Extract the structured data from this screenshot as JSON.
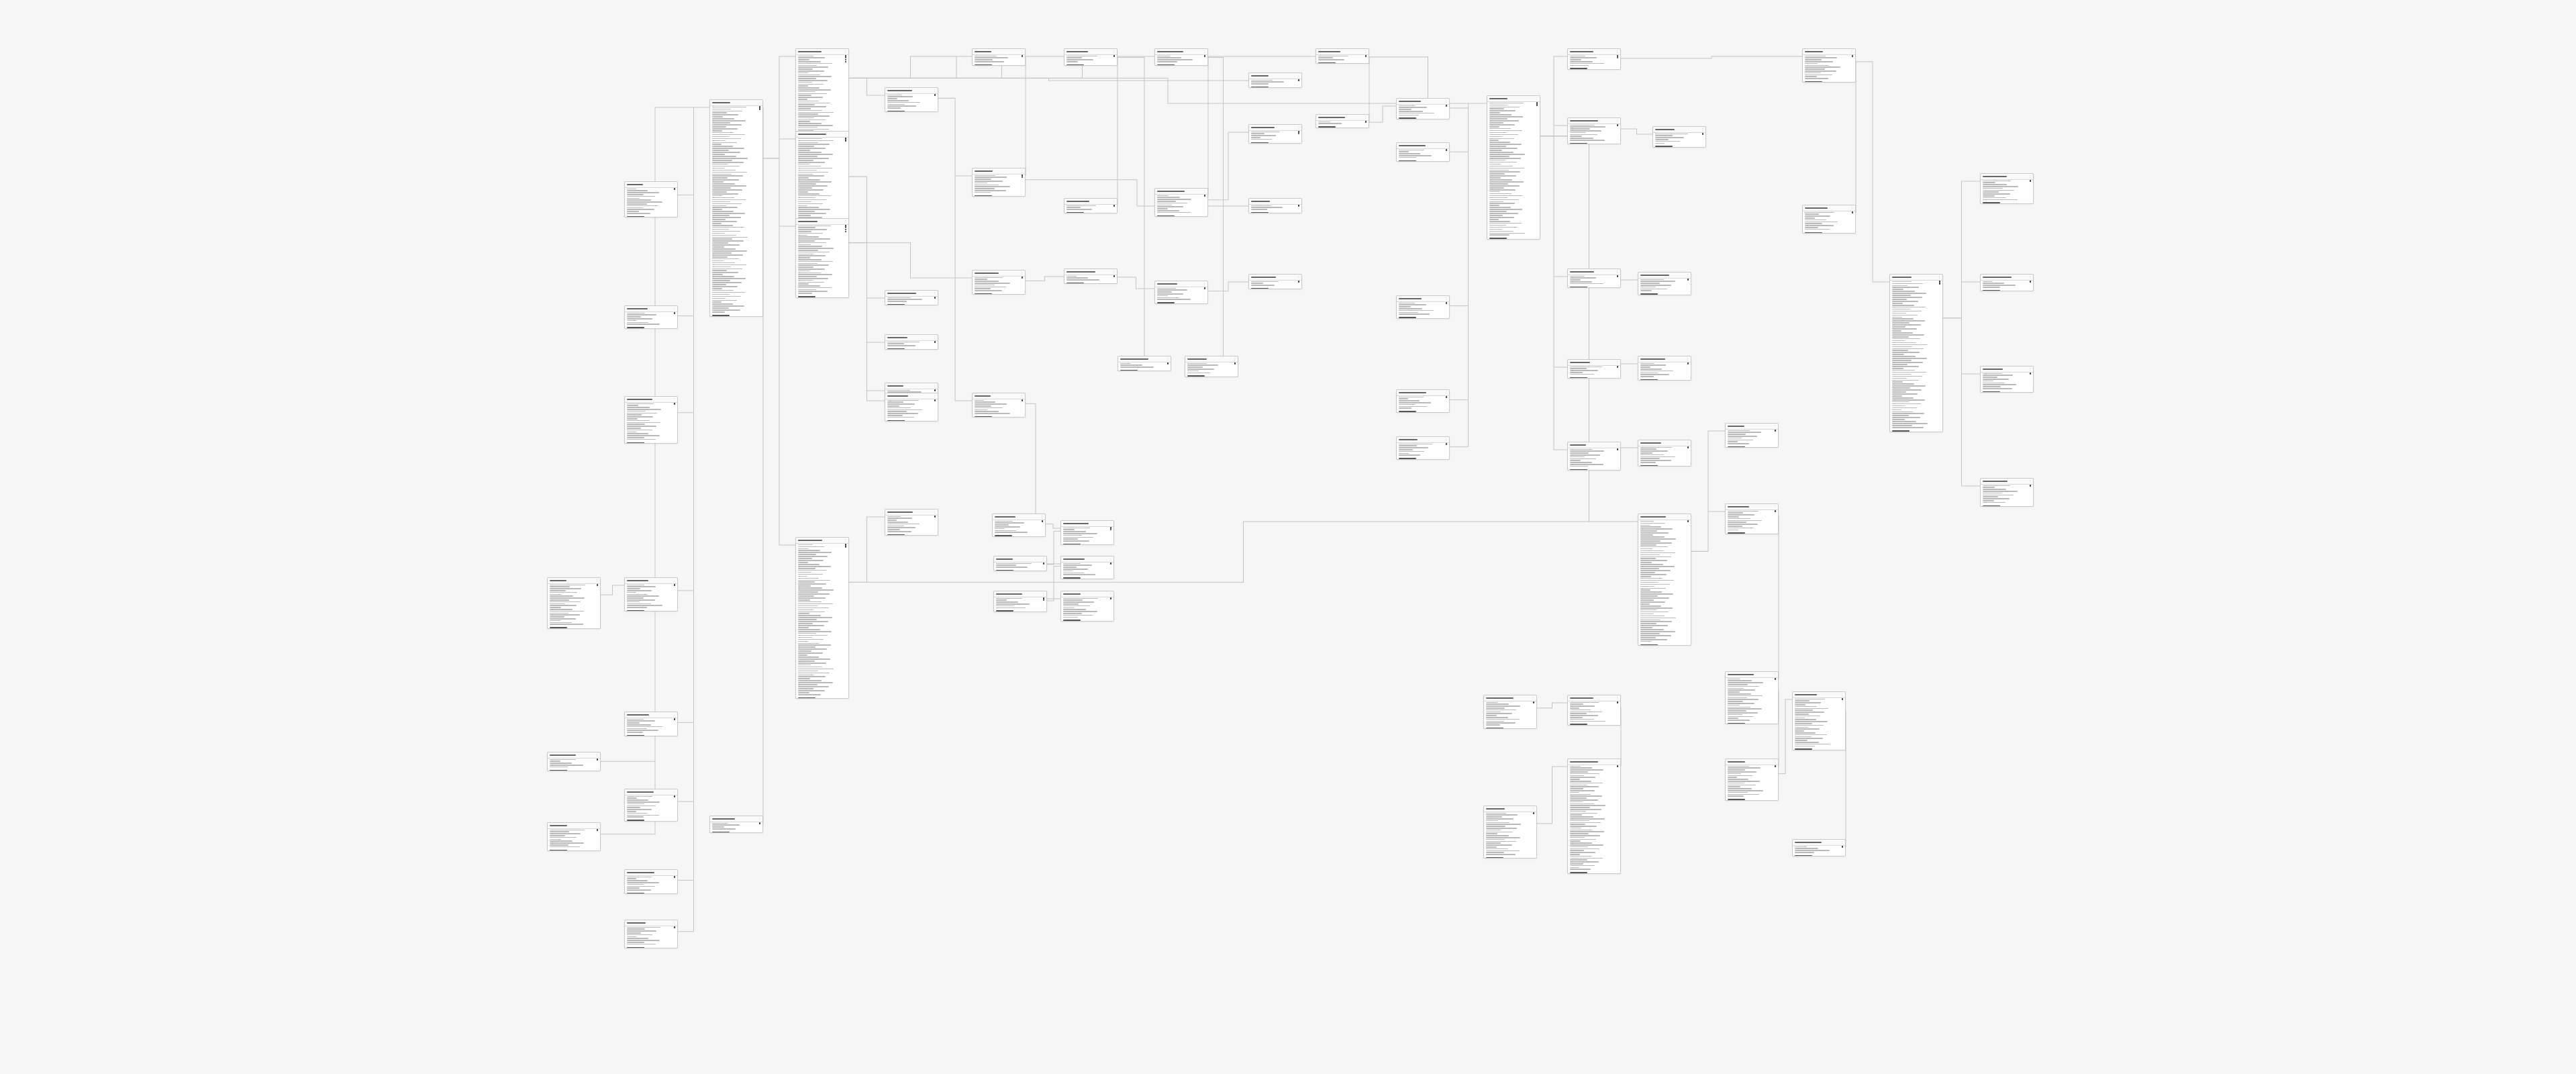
{
  "diagram": {
    "type": "entity-relationship",
    "background": "#f6f6f6",
    "line_color": "#c4c4c4",
    "tables": [
      {
        "id": "t1",
        "rows": 14,
        "keys": [
          0
        ]
      },
      {
        "id": "t2",
        "rows": 7,
        "keys": [
          0
        ]
      },
      {
        "id": "t3",
        "rows": 20,
        "keys": [
          0
        ]
      },
      {
        "id": "t4",
        "rows": 22,
        "keys": [
          0
        ]
      },
      {
        "id": "t5",
        "rows": 13,
        "keys": [
          0
        ]
      },
      {
        "id": "t6",
        "rows": 5,
        "keys": [
          0
        ]
      },
      {
        "id": "t7",
        "rows": 10,
        "keys": [
          0
        ]
      },
      {
        "id": "t8",
        "rows": 8,
        "keys": [
          0
        ]
      },
      {
        "id": "t9",
        "rows": 12,
        "keys": [
          0
        ]
      },
      {
        "id": "t10",
        "rows": 105,
        "keys": [
          0,
          1
        ]
      },
      {
        "id": "t11",
        "rows": 4,
        "keys": [
          0
        ]
      },
      {
        "id": "t12",
        "rows": 8,
        "keys": [
          0
        ]
      },
      {
        "id": "t13",
        "rows": 10,
        "keys": [
          0
        ]
      },
      {
        "id": "t14",
        "rows": 48,
        "keys": [
          0,
          1,
          2,
          3
        ]
      },
      {
        "id": "t15",
        "rows": 78,
        "keys": [
          0,
          1
        ]
      },
      {
        "id": "t16",
        "rows": 37,
        "keys": [
          0,
          1,
          2,
          3
        ]
      },
      {
        "id": "t17",
        "rows": 77,
        "keys": [
          0,
          1
        ]
      },
      {
        "id": "t18",
        "rows": 3,
        "keys": [
          0
        ]
      },
      {
        "id": "t19",
        "rows": 3,
        "keys": [
          0
        ]
      },
      {
        "id": "t20",
        "rows": 8,
        "keys": [
          0
        ]
      },
      {
        "id": "t21",
        "rows": 7,
        "keys": [
          0
        ]
      },
      {
        "id": "t22",
        "rows": 10,
        "keys": [
          0
        ]
      },
      {
        "id": "t23",
        "rows": 9,
        "keys": [
          0
        ]
      },
      {
        "id": "t24",
        "rows": 4,
        "keys": [
          0
        ]
      },
      {
        "id": "t25",
        "rows": 4,
        "keys": [
          0
        ]
      },
      {
        "id": "t26",
        "rows": 4,
        "keys": [
          0
        ]
      },
      {
        "id": "t27",
        "rows": 3,
        "keys": [
          0
        ]
      },
      {
        "id": "t28",
        "rows": 3,
        "keys": [
          0
        ]
      },
      {
        "id": "t29",
        "rows": 2,
        "keys": [
          0
        ]
      },
      {
        "id": "t30",
        "rows": 10,
        "keys": [
          0,
          1
        ]
      },
      {
        "id": "t31",
        "rows": 3,
        "keys": [
          0
        ]
      },
      {
        "id": "t32",
        "rows": 10,
        "keys": [
          0
        ]
      },
      {
        "id": "t33",
        "rows": 3,
        "keys": [
          0
        ]
      },
      {
        "id": "t34",
        "rows": 5,
        "keys": [
          0,
          1
        ]
      },
      {
        "id": "t35",
        "rows": 3,
        "keys": [
          0
        ]
      },
      {
        "id": "t36",
        "rows": 6,
        "keys": [
          0
        ]
      },
      {
        "id": "t37",
        "rows": 8,
        "keys": [
          0
        ]
      },
      {
        "id": "t38",
        "rows": 3,
        "keys": [
          0
        ]
      },
      {
        "id": "t39",
        "rows": 7,
        "keys": [
          0
        ]
      },
      {
        "id": "t40",
        "rows": 3,
        "keys": [
          0
        ]
      },
      {
        "id": "t41",
        "rows": 8,
        "keys": [
          0
        ]
      },
      {
        "id": "t42",
        "rows": 7,
        "keys": [
          0
        ]
      },
      {
        "id": "t43",
        "rows": 8,
        "keys": [
          0,
          1
        ]
      },
      {
        "id": "t44",
        "rows": 3,
        "keys": [
          0
        ]
      },
      {
        "id": "t45",
        "rows": 7,
        "keys": [
          0
        ]
      },
      {
        "id": "t46",
        "rows": 6,
        "keys": [
          0,
          1
        ]
      },
      {
        "id": "t47",
        "rows": 11,
        "keys": [
          0
        ]
      },
      {
        "id": "t48",
        "rows": 6,
        "keys": [
          0
        ]
      },
      {
        "id": "t49",
        "rows": 5,
        "keys": [
          0
        ]
      },
      {
        "id": "t50",
        "rows": 68,
        "keys": [
          0,
          1
        ]
      },
      {
        "id": "t51",
        "rows": 7,
        "keys": [
          0
        ]
      },
      {
        "id": "t52",
        "rows": 7,
        "keys": [
          0
        ]
      },
      {
        "id": "t53",
        "rows": 7,
        "keys": [
          0
        ]
      },
      {
        "id": "t54",
        "rows": 6,
        "keys": [
          0,
          1
        ]
      },
      {
        "id": "t55",
        "rows": 9,
        "keys": [
          0
        ]
      },
      {
        "id": "t56",
        "rows": 6,
        "keys": [
          0
        ]
      },
      {
        "id": "t57",
        "rows": 5,
        "keys": [
          0
        ]
      },
      {
        "id": "t58",
        "rows": 7,
        "keys": [
          0
        ]
      },
      {
        "id": "t59",
        "rows": 5,
        "keys": [
          0
        ]
      },
      {
        "id": "t60",
        "rows": 8,
        "keys": [
          0
        ]
      },
      {
        "id": "t61",
        "rows": 10,
        "keys": [
          0
        ]
      },
      {
        "id": "t62",
        "rows": 9,
        "keys": [
          0
        ]
      },
      {
        "id": "t63",
        "rows": 62,
        "keys": [
          0
        ]
      },
      {
        "id": "t64",
        "rows": 8,
        "keys": [
          0
        ]
      },
      {
        "id": "t65",
        "rows": 11,
        "keys": [
          0
        ]
      },
      {
        "id": "t66",
        "rows": 23,
        "keys": [
          0
        ]
      },
      {
        "id": "t67",
        "rows": 17,
        "keys": [
          0
        ]
      },
      {
        "id": "t68",
        "rows": 26,
        "keys": [
          0
        ]
      },
      {
        "id": "t69",
        "rows": 4,
        "keys": [
          0
        ]
      },
      {
        "id": "t70",
        "rows": 13,
        "keys": [
          0
        ]
      },
      {
        "id": "t71",
        "rows": 10,
        "keys": [
          0
        ]
      },
      {
        "id": "t72",
        "rows": 13,
        "keys": [
          0
        ]
      },
      {
        "id": "t73",
        "rows": 23,
        "keys": [
          0
        ]
      },
      {
        "id": "t74",
        "rows": 11,
        "keys": [
          0
        ]
      },
      {
        "id": "t75",
        "rows": 56,
        "keys": [
          0
        ]
      },
      {
        "id": "t76",
        "rows": 75,
        "keys": [
          0,
          1
        ]
      },
      {
        "id": "t77",
        "rows": 11,
        "keys": [
          0
        ]
      },
      {
        "id": "t78",
        "rows": 4,
        "keys": [
          0
        ]
      },
      {
        "id": "t79",
        "rows": 9,
        "keys": [
          0
        ]
      },
      {
        "id": "t80",
        "rows": 10,
        "keys": [
          0
        ]
      }
    ]
  }
}
